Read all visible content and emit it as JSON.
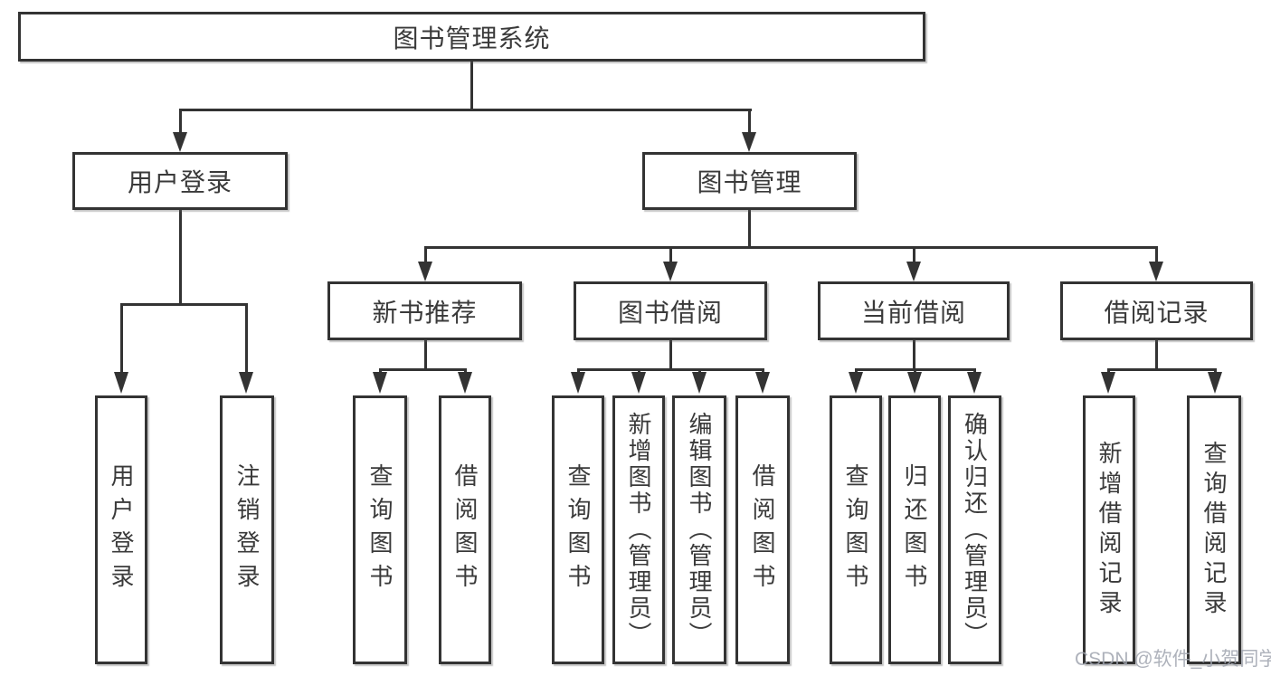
{
  "tree": {
    "label": "图书管理系统",
    "children": [
      {
        "label": "用户登录",
        "children": [
          {
            "label": "用户登录"
          },
          {
            "label": "注销登录"
          }
        ]
      },
      {
        "label": "图书管理",
        "children": [
          {
            "label": "新书推荐",
            "children": [
              {
                "label": "查询图书"
              },
              {
                "label": "借阅图书"
              }
            ]
          },
          {
            "label": "图书借阅",
            "children": [
              {
                "label": "查询图书"
              },
              {
                "label": "新增图书（管理员）"
              },
              {
                "label": "编辑图书（管理员）"
              },
              {
                "label": "借阅图书"
              }
            ]
          },
          {
            "label": "当前借阅",
            "children": [
              {
                "label": "查询图书"
              },
              {
                "label": "归还图书"
              },
              {
                "label": "确认归还（管理员）"
              }
            ]
          },
          {
            "label": "借阅记录",
            "children": [
              {
                "label": "新增借阅记录"
              },
              {
                "label": "查询借阅记录"
              }
            ]
          }
        ]
      }
    ]
  },
  "watermark": "CSDN @软件_小贺同学",
  "colors": {
    "line": "#333333",
    "text": "#3a3a3a",
    "box_background": "#ffffff",
    "watermark": "#a0a5af"
  }
}
